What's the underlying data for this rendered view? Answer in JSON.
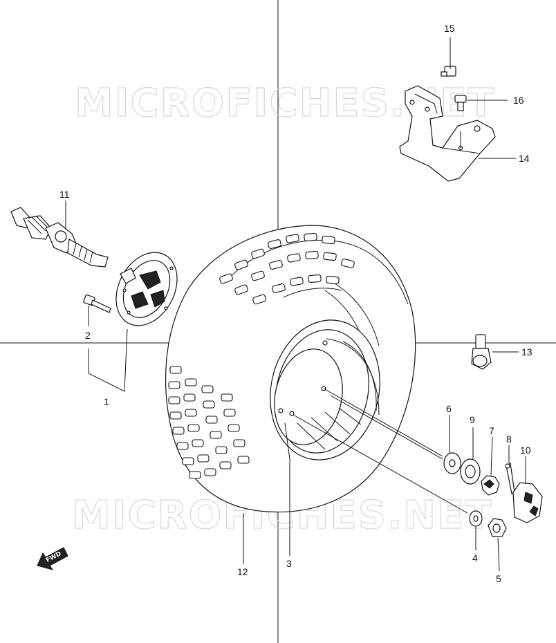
{
  "watermark": {
    "text_top": "MICROFICHES.NET",
    "text_bottom": "MICROFICHES.NET"
  },
  "fwd_label": "FWD",
  "colors": {
    "line": "#111111",
    "watermark": "#d8d8d8",
    "background": "#ffffff"
  },
  "callouts": {
    "c1": "1",
    "c2": "2",
    "c3": "3",
    "c4": "4",
    "c5": "5",
    "c6": "6",
    "c7": "7",
    "c8": "8",
    "c9": "9",
    "c10": "10",
    "c11": "11",
    "c12": "12",
    "c13": "13",
    "c14": "14",
    "c15": "15",
    "c16": "16"
  }
}
